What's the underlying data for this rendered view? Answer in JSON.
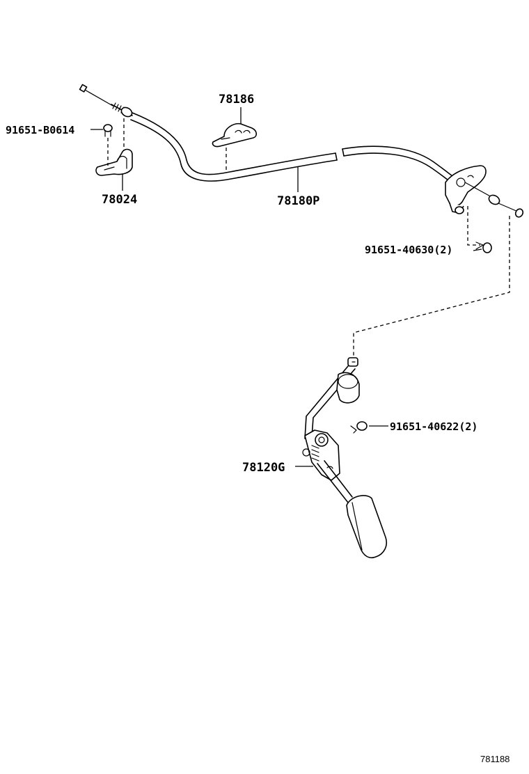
{
  "labels": {
    "p78186": "78186",
    "p91651_B0614": "91651-B0614",
    "p78024": "78024",
    "p78180P": "78180P",
    "p91651_40630": "91651-40630(2)",
    "p91651_40622": "91651-40622(2)",
    "p78120G": "78120G"
  },
  "diagram_id": "781188"
}
